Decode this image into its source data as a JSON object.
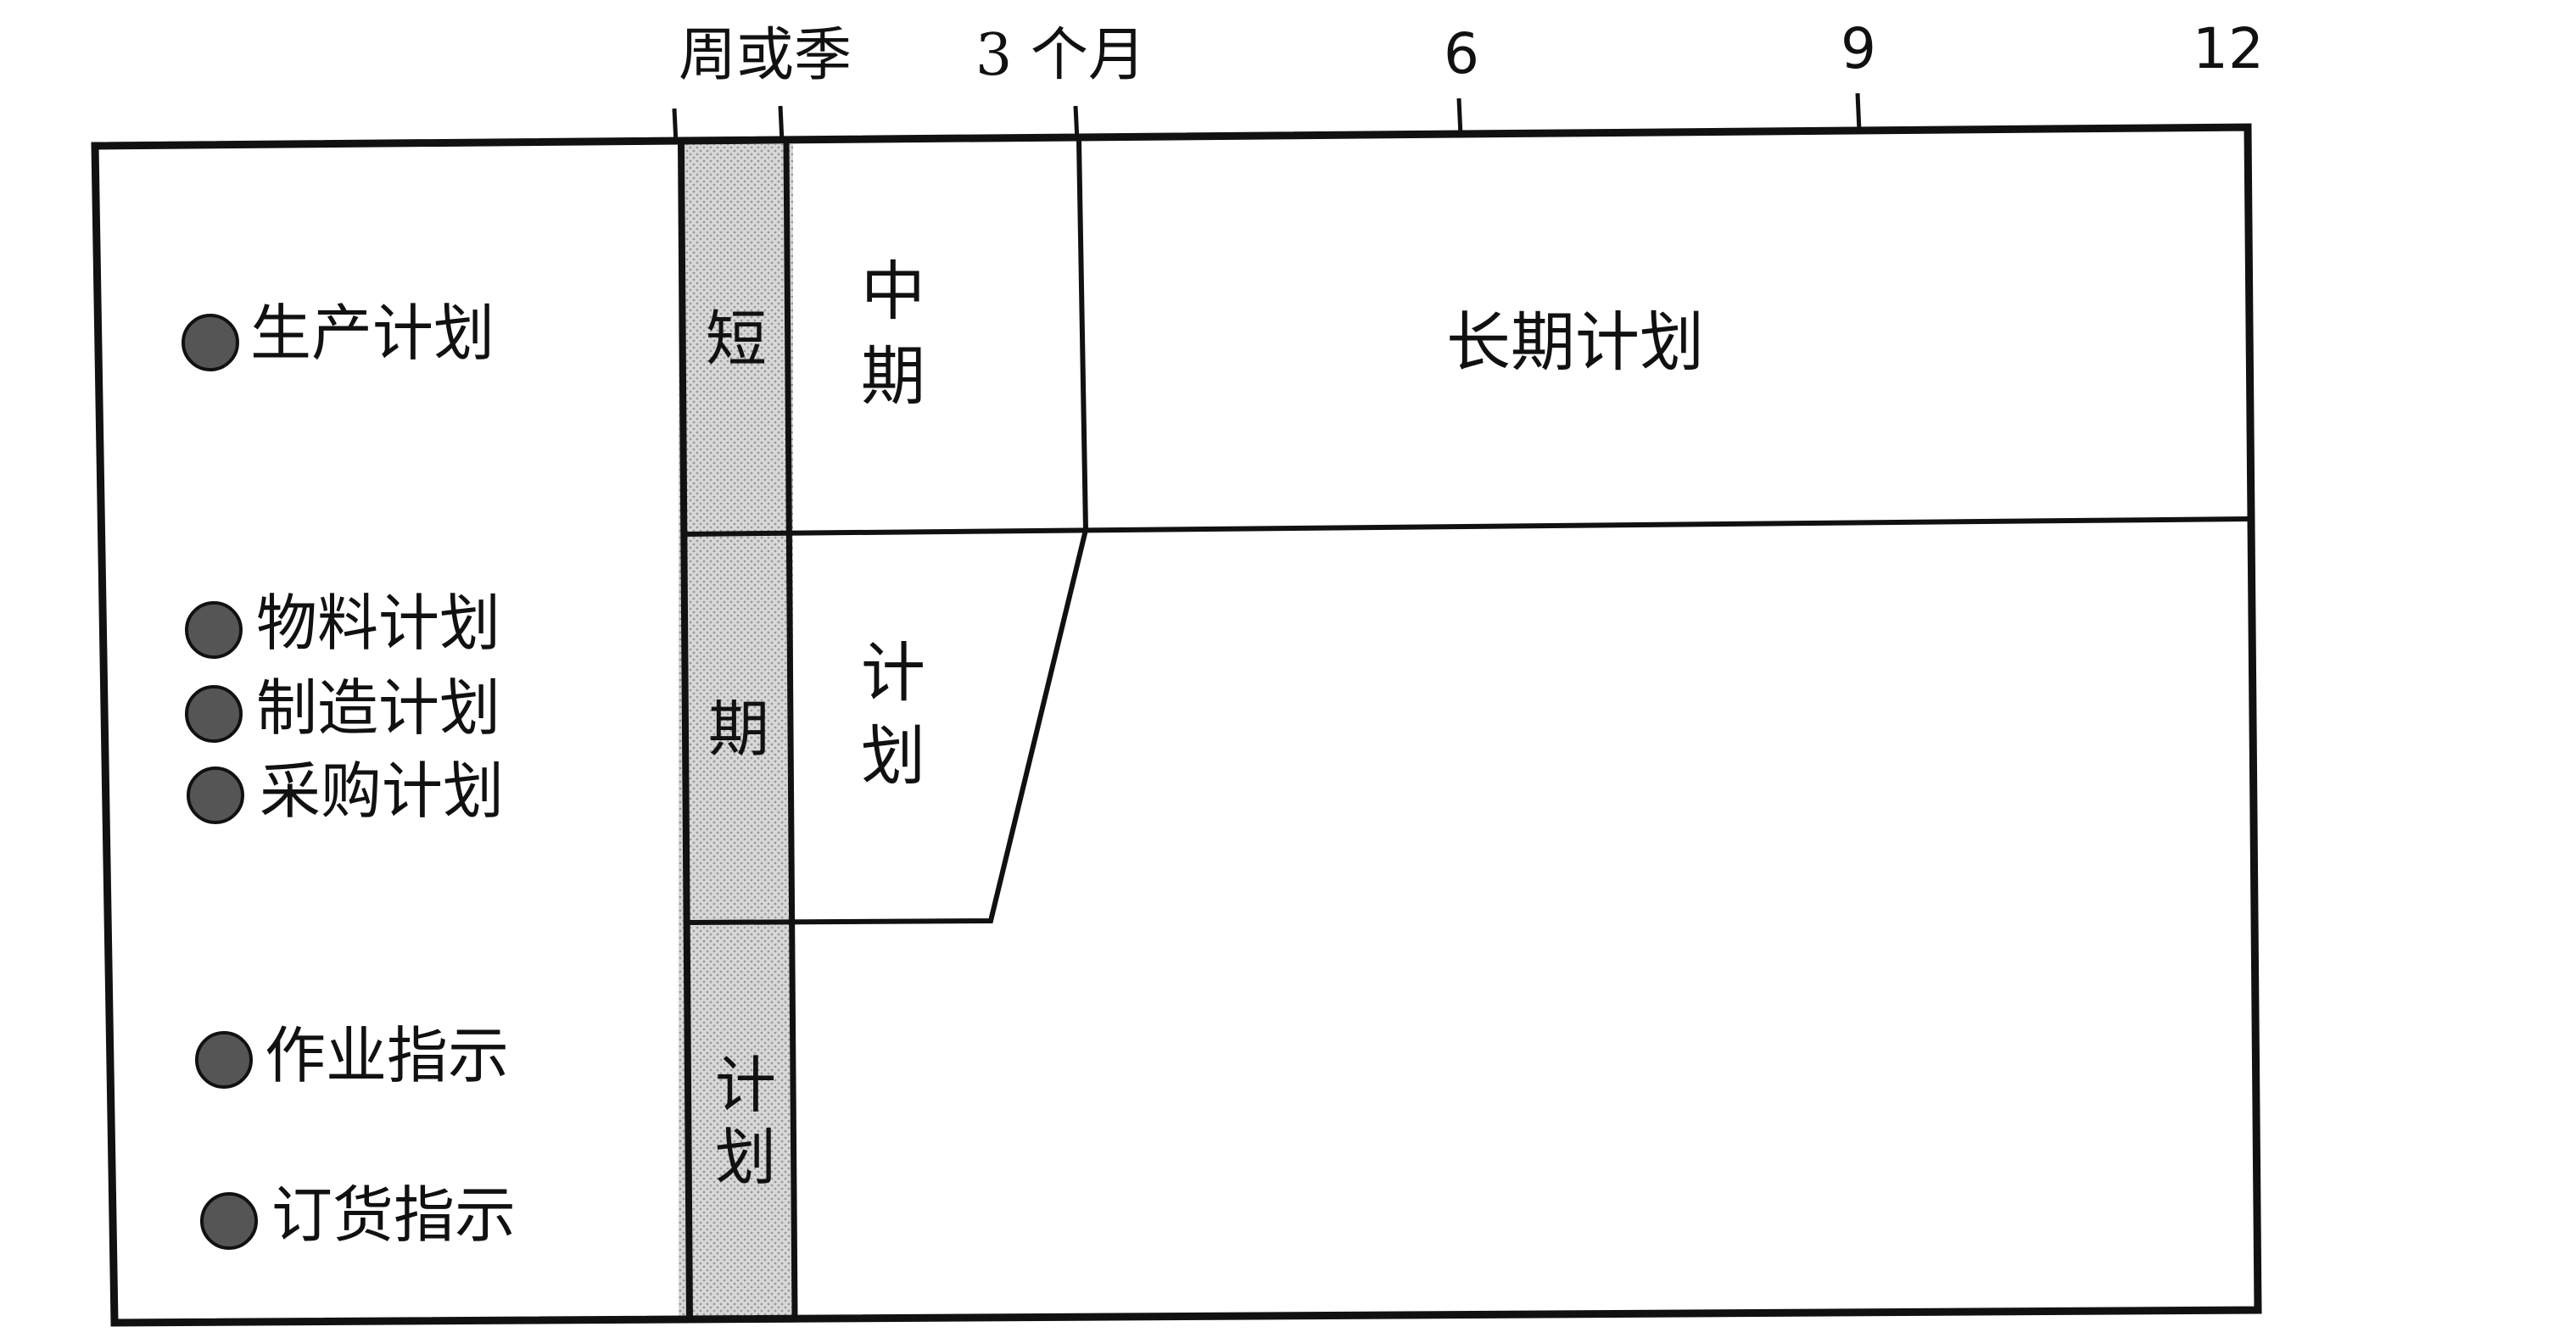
{
  "axis": {
    "period_label": "周或季",
    "ticks": [
      "3 个月",
      "6",
      "9",
      "12"
    ]
  },
  "regions": {
    "short_term": [
      "短",
      "期",
      "计",
      "划"
    ],
    "medium_term_top": [
      "中",
      "期"
    ],
    "medium_term_bottom": [
      "计",
      "划"
    ],
    "long_term": "长期计划"
  },
  "plans": [
    "生产计划",
    "物料计划",
    "制造计划",
    "采购计划",
    "作业指示",
    "订货指示"
  ],
  "colors": {
    "line": "#111111",
    "short_fill": "#d4d4d4",
    "bullet": "#555555"
  }
}
